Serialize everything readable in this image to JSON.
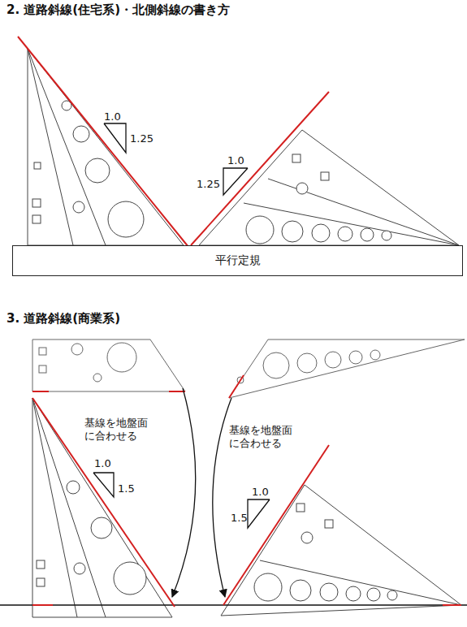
{
  "diagram": {
    "nodes": [
      {
        "text": [
          "平行定規"
        ]
      }
    ],
    "labels": [
      "2. 道路斜線(住宅系)・北側斜線の書き方",
      "1.0",
      "1.25",
      "1.0",
      "1.25",
      "3. 道路斜線(商業系)",
      "基線を地盤面 に合わせる",
      "基線を地盤面 に合わせる",
      "1.0",
      "1.5",
      "1.0",
      "1.5"
    ]
  }
}
